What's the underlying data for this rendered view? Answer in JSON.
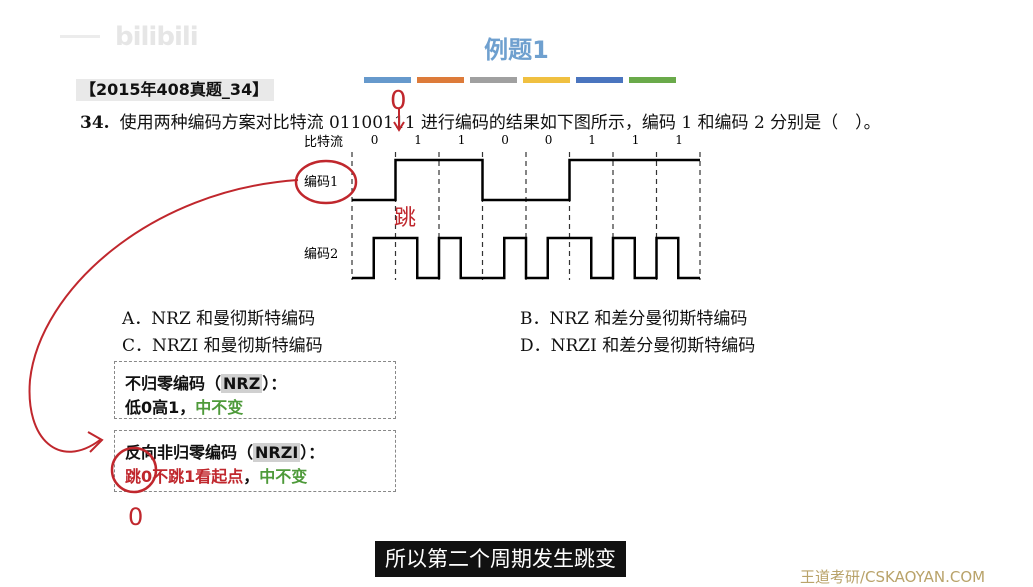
{
  "watermark": {
    "logo": "bilibili"
  },
  "slide": {
    "title": "例题1",
    "color_bars": [
      "#6699cc",
      "#dd7b3a",
      "#a0a0a0",
      "#f0c040",
      "#4a75bf",
      "#6aaa4a"
    ],
    "tag": "【2015年408真题_34】",
    "question": {
      "number": "34.",
      "text": "使用两种编码方案对比特流 01100111 进行编码的结果如下图所示，编码 1 和编码 2 分别是（　）。"
    },
    "figure": {
      "bitstream_label": "比特流",
      "bits": [
        "0",
        "1",
        "1",
        "0",
        "0",
        "1",
        "1",
        "1"
      ],
      "encoding1_label": "编码1",
      "encoding2_label": "编码2",
      "encoding1_levels": [
        0,
        1,
        1,
        0,
        0,
        1,
        1,
        1
      ],
      "encoding2_levels": [
        [
          0,
          1
        ],
        [
          1,
          0
        ],
        [
          1,
          0
        ],
        [
          0,
          1
        ],
        [
          0,
          1
        ],
        [
          1,
          0
        ],
        [
          1,
          0
        ],
        [
          1,
          0
        ]
      ]
    },
    "options": {
      "A": "A．NRZ 和曼彻斯特编码",
      "B": "B．NRZ 和差分曼彻斯特编码",
      "C": "C．NRZI 和曼彻斯特编码",
      "D": "D．NRZI 和差分曼彻斯特编码"
    },
    "notes": {
      "nrz": {
        "prefix": "不归零编码（",
        "key": "NRZ",
        "suffix": "）：",
        "desc": "低0高1，",
        "desc_green": "中不变"
      },
      "nrzi": {
        "prefix": "反向非归零编码（",
        "key": "NRZI",
        "suffix": "）：",
        "desc_red": "跳0不跳1看起点",
        "sep": "，",
        "desc_green": "中不变"
      }
    },
    "annotations": {
      "digit_top": "0",
      "jump": "跳",
      "digit_bottom": "0"
    }
  },
  "video": {
    "subtitle": "所以第二个周期发生跳变",
    "watermark": "王道考研/CSKAOYAN.COM"
  }
}
